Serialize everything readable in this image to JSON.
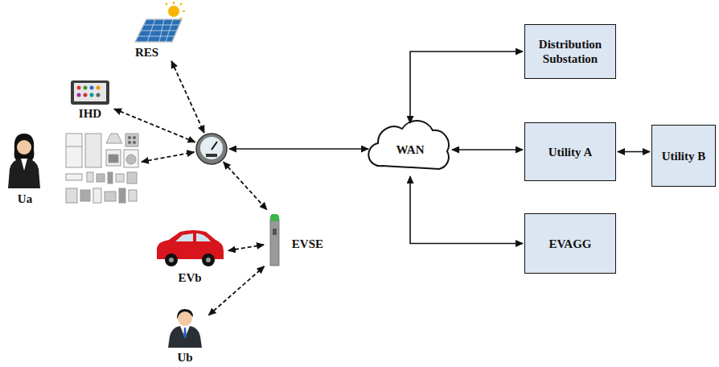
{
  "diagram": {
    "nodes": [
      {
        "text": [
          "RES"
        ]
      },
      {
        "text": [
          "IHD"
        ]
      },
      {
        "text": [
          "Ua"
        ]
      },
      {
        "text": []
      },
      {
        "text": []
      },
      {
        "text": [
          "EVSE"
        ]
      },
      {
        "text": [
          "EVb"
        ]
      },
      {
        "text": [
          "Ub"
        ]
      },
      {
        "text": [
          "WAN"
        ]
      },
      {
        "text": [
          "Distribution Substation"
        ]
      },
      {
        "text": [
          "Utility A"
        ]
      },
      {
        "text": [
          "Utility B"
        ]
      },
      {
        "text": [
          "EVAGG"
        ]
      }
    ],
    "edges": [
      {
        "from": 0,
        "to": 4,
        "arrow": "both"
      },
      {
        "from": 1,
        "to": 4,
        "arrow": "both"
      },
      {
        "from": 3,
        "to": 4,
        "arrow": "both"
      },
      {
        "from": 4,
        "to": 5,
        "arrow": "both"
      },
      {
        "from": 6,
        "to": 5,
        "arrow": "both"
      },
      {
        "from": 7,
        "to": 5,
        "arrow": "both"
      },
      {
        "from": 4,
        "to": 8,
        "arrow": "both"
      },
      {
        "from": 8,
        "to": 9,
        "arrow": "both"
      },
      {
        "from": 8,
        "to": 10,
        "arrow": "both"
      },
      {
        "from": 10,
        "to": 11,
        "arrow": "both"
      },
      {
        "from": 8,
        "to": 12,
        "arrow": "both"
      }
    ]
  }
}
